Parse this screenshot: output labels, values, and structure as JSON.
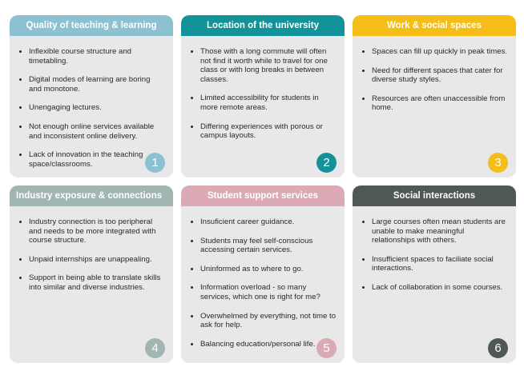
{
  "cards": [
    {
      "title": "Quality of teaching & learning",
      "number": "1",
      "color": "#8cc1d2",
      "items": [
        "Inflexible course structure and timetabling.",
        "Digital modes of learning are boring and monotone.",
        "Unengaging lectures.",
        "Not enough online services available and inconsistent online delivery.",
        "Lack of innovation in the teaching space/classrooms."
      ]
    },
    {
      "title": "Location of the university",
      "number": "2",
      "color": "#12939a",
      "items": [
        "Those with a long commute will often not find it worth while to travel for one class or with long breaks in between classes.",
        "Limited accessibility for students in more remote areas.",
        "Differing experiences with porous or campus layouts."
      ]
    },
    {
      "title": "Work & social spaces",
      "number": "3",
      "color": "#f4bd17",
      "items": [
        "Spaces can fill up quickly in peak times.",
        "Need for different spaces that cater for diverse study styles.",
        "Resources are often unaccessible from home."
      ]
    },
    {
      "title": "Industry exposure & connections",
      "number": "4",
      "color": "#a1b6b2",
      "items": [
        "Industry connection is too peripheral and needs to be more integrated with course structure.",
        "Unpaid internships are unappealing.",
        "Support in being able to translate skills into similar and diverse industries."
      ]
    },
    {
      "title": "Student support services",
      "number": "5",
      "color": "#dcaab4",
      "items": [
        "Insuficient career guidance.",
        "Students may feel self-conscious accessing certain services.",
        "Uninformed as to where to go.",
        "Information overload - so many services, which one is right for me?",
        "Overwhelmed by everything, not time to ask for help.",
        "Balancing education/personal life."
      ]
    },
    {
      "title": "Social interactions",
      "number": "6",
      "color": "#4f5757",
      "items": [
        "Large courses often mean students are unable to make meaningful relationships with others.",
        "Insufficient spaces to faciliate social interactions.",
        "Lack of collaboration in some courses."
      ]
    }
  ]
}
